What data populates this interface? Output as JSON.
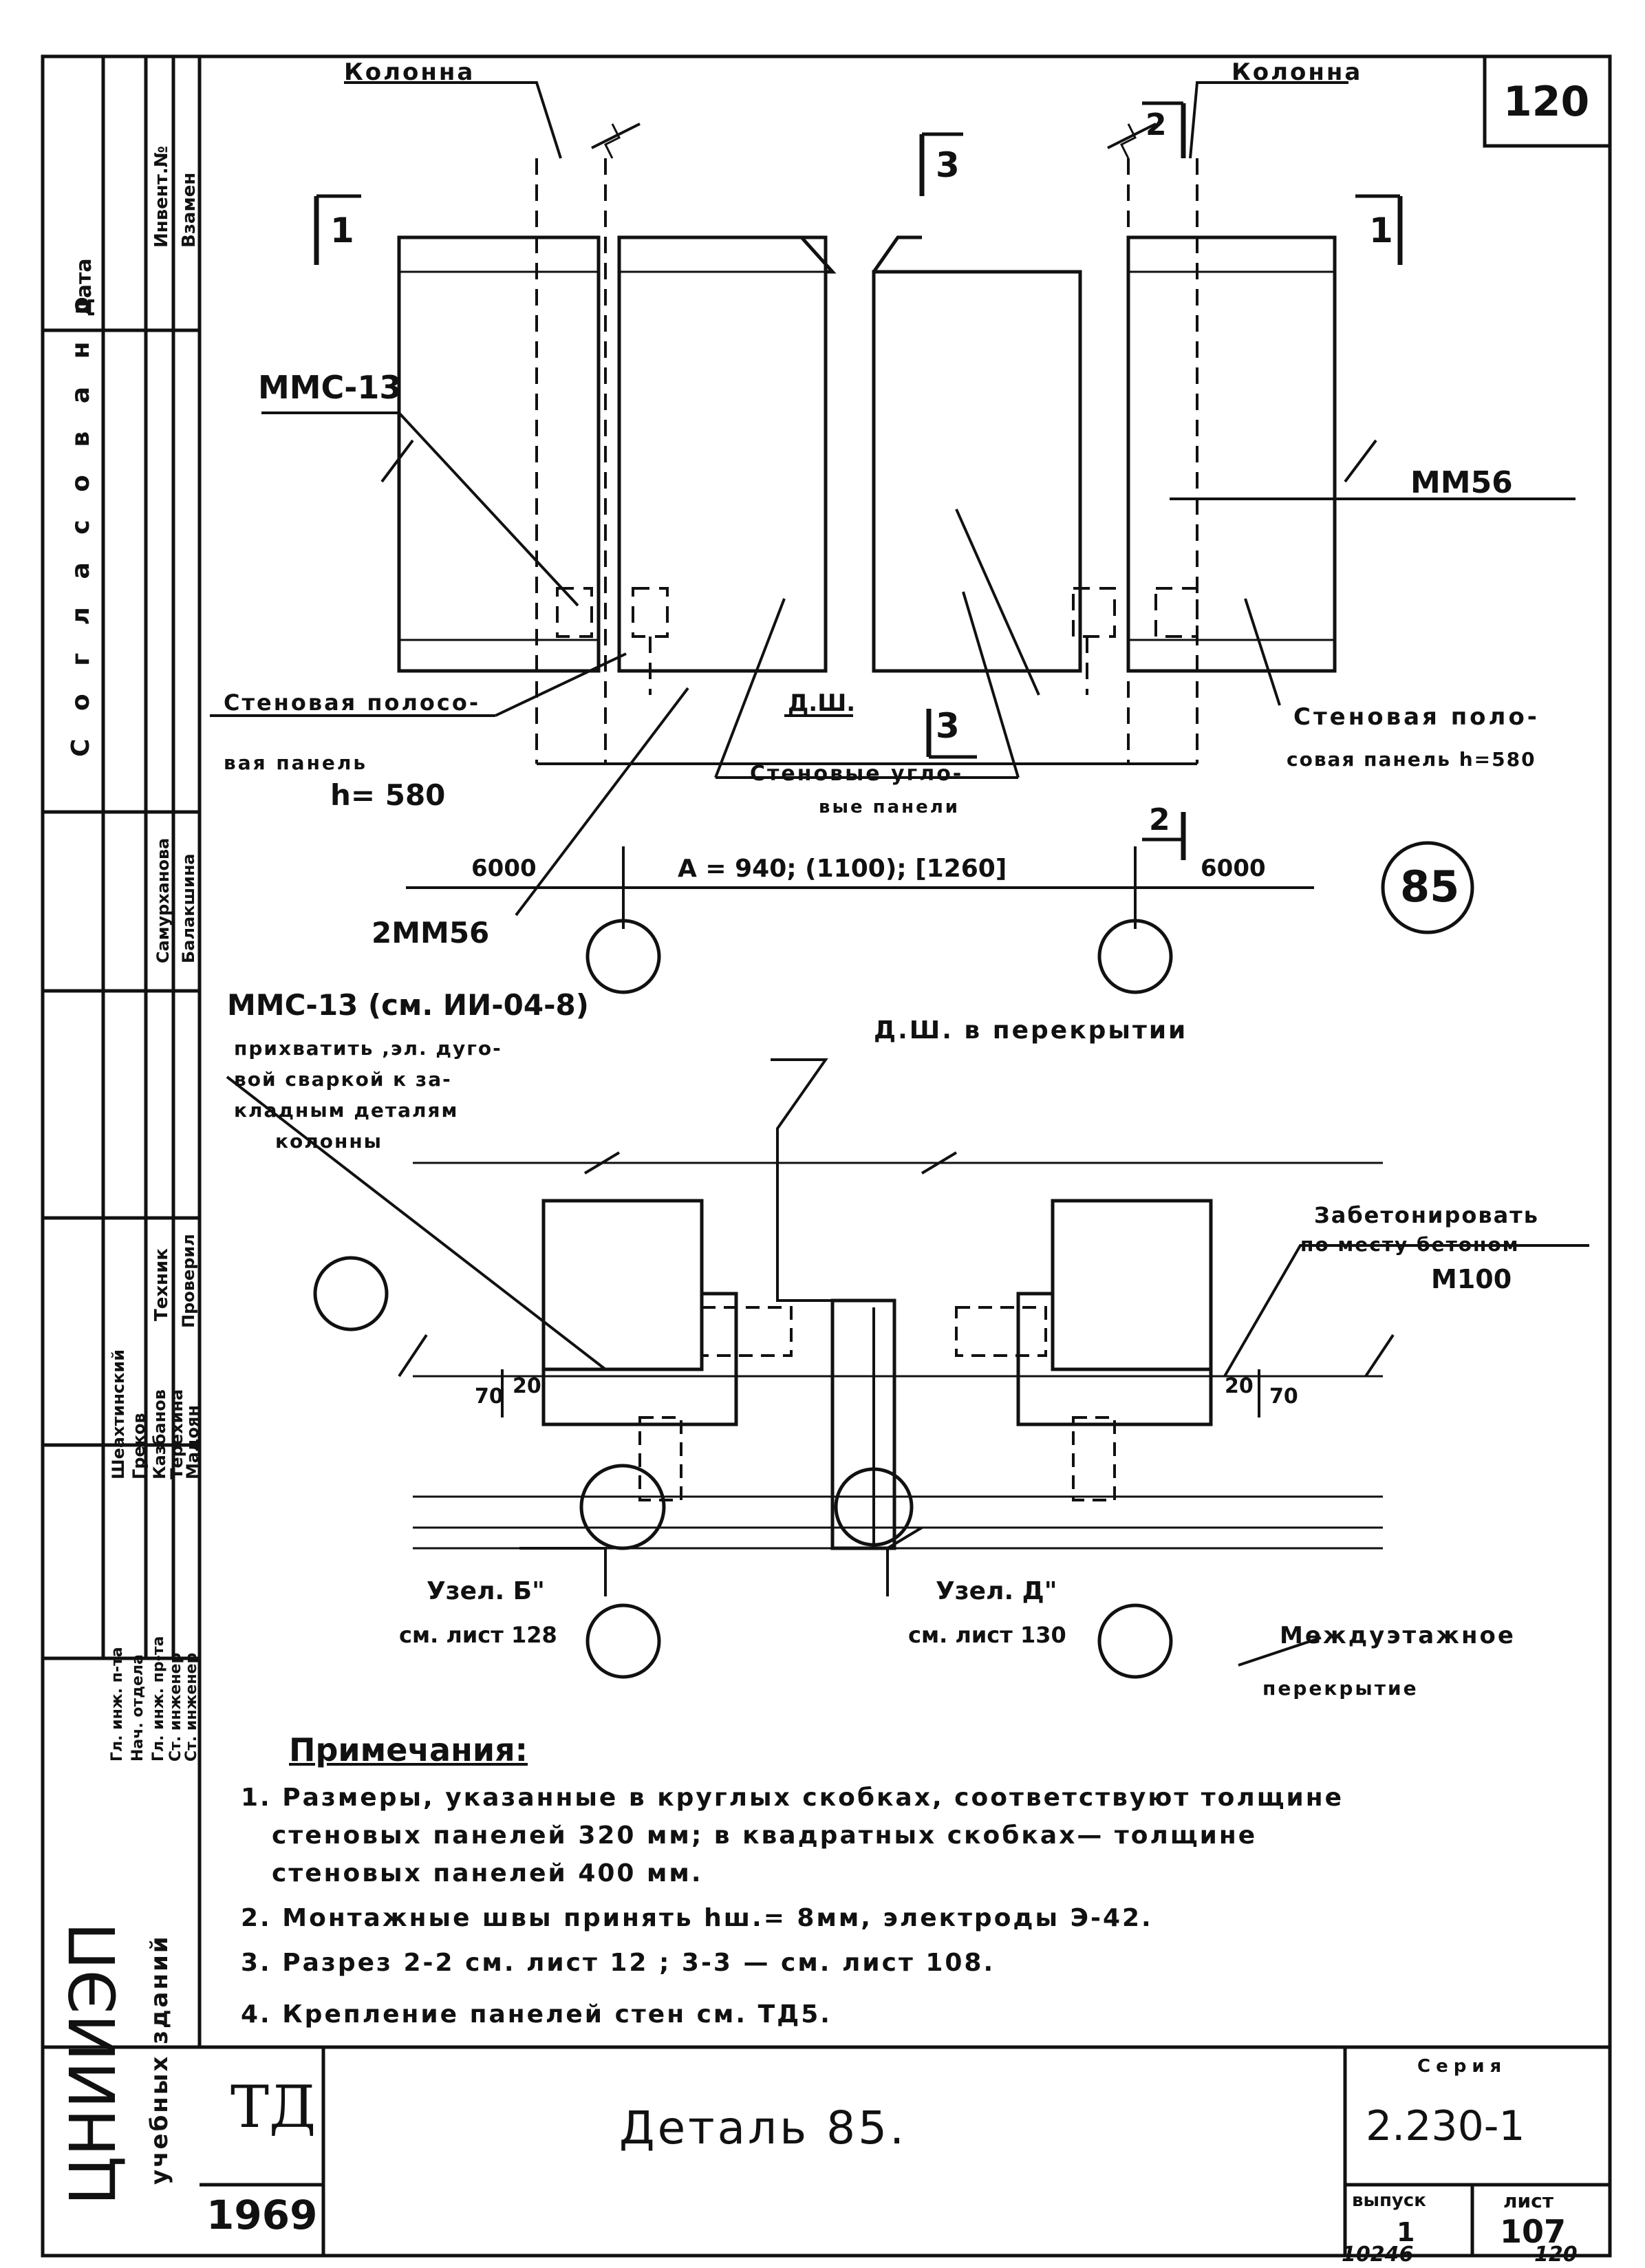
{
  "sheet_number": "120",
  "top_view": {
    "label_column_left": "Колонна",
    "label_column_right": "Колонна",
    "label_mmc13": "ММС-13",
    "label_mm56": "ММ56",
    "label_2mm56": "2ММ56",
    "label_dsh": "Д.Ш.",
    "label_section_1_left": "1",
    "label_section_1_right": "1",
    "label_section_2_top": "2",
    "label_section_2_bottom": "2",
    "label_section_3_top": "3",
    "label_section_3_bottom": "3",
    "label_wall_panel_left_1": "Стеновая полосо-",
    "label_wall_panel_left_2": "вая панель",
    "label_wall_panel_left_h": "h= 580",
    "label_wall_panel_right_1": "Стеновая поло-",
    "label_wall_panel_right_2": "совая панель h=580",
    "label_corner_panels_1": "Стеновые угло-",
    "label_corner_panels_2": "вые панели",
    "label_A": "А = 940; (1100); [1260]",
    "dim_left": "6000",
    "dim_right": "6000",
    "detail_number": "85"
  },
  "section_view": {
    "label_mmc13_ref": "ММС-13 (см. ИИ-04-8)",
    "label_weld_1": "прихватить ,эл. дуго-",
    "label_weld_2": "вой сваркой к за-",
    "label_weld_3": "кладным деталям",
    "label_weld_4": "колонны",
    "label_dsh_slab": "Д.Ш. в перекрытии",
    "label_concrete_1": "Забетонировать",
    "label_concrete_2": "по месту бетоном",
    "label_concrete_3": "М100",
    "dim_70": "70",
    "dim_20_left": "20",
    "dim_20_right": "20",
    "dim_70_right": "70",
    "label_node_b_1": "Узел. Б\"",
    "label_node_b_2": "см. лист 128",
    "label_node_d_1": "Узел. Д\"",
    "label_node_d_2": "см. лист 130",
    "label_slab_1": "Междуэтажное",
    "label_slab_2": "перекрытие"
  },
  "notes": {
    "heading": "Примечания:",
    "n1_line1": "1. Размеры, указанные в круглых скобках, соответствуют толщине",
    "n1_line2": "стеновых панелей  320 мм; в квадратных скобках— толщине",
    "n1_line3": "стеновых панелей  400 мм.",
    "n2": "2. Монтажные швы принять  hш.= 8мм, электроды  Э-42.",
    "n3": "3. Разрез  2-2 см. лист  12 ;  3-3  — см. лист  108.",
    "n4": "4. Крепление  панелей  стен   см. ТД5."
  },
  "title_block": {
    "code": "ТД",
    "year": "1969",
    "title": "Деталь 85.",
    "series_label": "Серия",
    "series_value": "2.230-1",
    "issue_label": "выпуск",
    "issue_value": "1",
    "sheet_label": "лист",
    "sheet_value": "107",
    "org_name": "ЦНИИЭП",
    "org_sub": "учебных зданий"
  },
  "side_block": {
    "col_data": "Дата",
    "col_inv": "Инвент.№",
    "col_vzamen": "Взамен",
    "soglasovano": "С о г л а с о в а н о",
    "roles": [
      "Гл. инж. п-та",
      "Нач. отдела",
      "Гл. инж. пр-та",
      "Ст. инженер",
      "Ст. инженер"
    ],
    "names": [
      "Шеахтинский",
      "Греков",
      "Казбанов",
      "Терехина",
      "Мадоян"
    ],
    "col_technik": "Техник",
    "col_proveril": "Проверил",
    "technik_names": [
      "Самурханова",
      "Балакшина"
    ]
  },
  "footer": {
    "stamp_left": "10246",
    "stamp_right": "120"
  }
}
